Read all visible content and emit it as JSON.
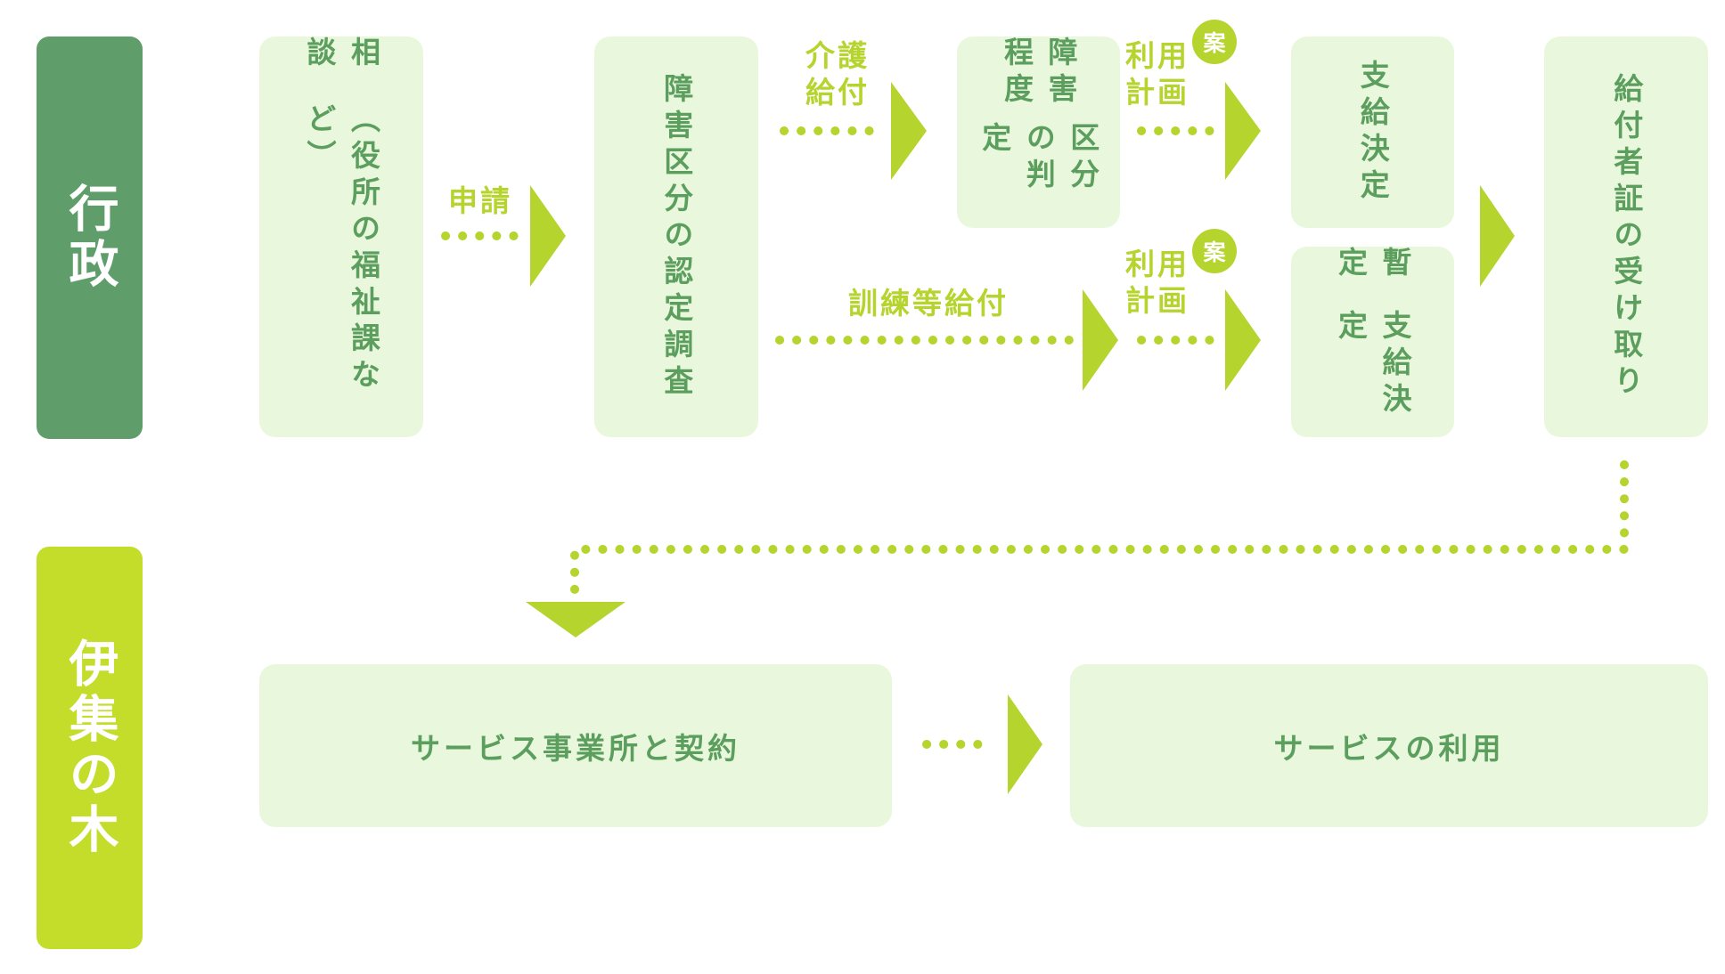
{
  "lanes": {
    "gyosei": {
      "label": "行政",
      "color": "#5f9e6b"
    },
    "ijunoki": {
      "label": "伊集の木",
      "color": "#c3dd2a"
    }
  },
  "boxes": {
    "consult": {
      "title": "相談",
      "sub": "（役所の福祉課など）"
    },
    "survey": {
      "line1": "障害区分の",
      "line2": "認定調査"
    },
    "level": {
      "line1": "障害程度",
      "line2": "区分の判定"
    },
    "decision": {
      "label": "支給決定"
    },
    "provisional": {
      "line1": "暫定",
      "line2": "支給決定"
    },
    "certificate": {
      "line1": "給付者証の",
      "line2": "受け取り"
    },
    "contract": {
      "label": "サービス事業所と契約"
    },
    "use": {
      "label": "サービスの利用"
    }
  },
  "labels": {
    "apply": "申請",
    "care_1": "介護",
    "care_2": "給付",
    "training": "訓練等給付",
    "plan_1": "利用",
    "plan_2": "計画",
    "draft": "案"
  },
  "colors": {
    "accent": "#b5d42e",
    "box_bg": "#e9f8dd",
    "box_text": "#5b9e5d"
  }
}
